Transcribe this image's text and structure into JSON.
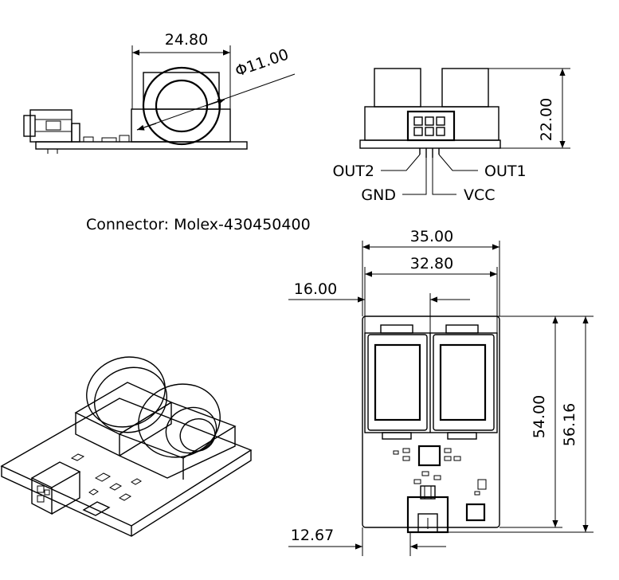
{
  "side_view": {
    "width_dim": "24.80",
    "diameter_dim": "Φ11.00"
  },
  "front_view": {
    "height_dim": "22.00",
    "pins": {
      "out2": "OUT2",
      "out1": "OUT1",
      "gnd": "GND",
      "vcc": "VCC"
    }
  },
  "connector_note": "Connector: Molex-430450400",
  "top_view": {
    "width_total": "35.00",
    "width_inner": "32.80",
    "offset_hole": "16.00",
    "height_inner": "54.00",
    "height_total": "56.16",
    "offset_connector": "12.67"
  }
}
